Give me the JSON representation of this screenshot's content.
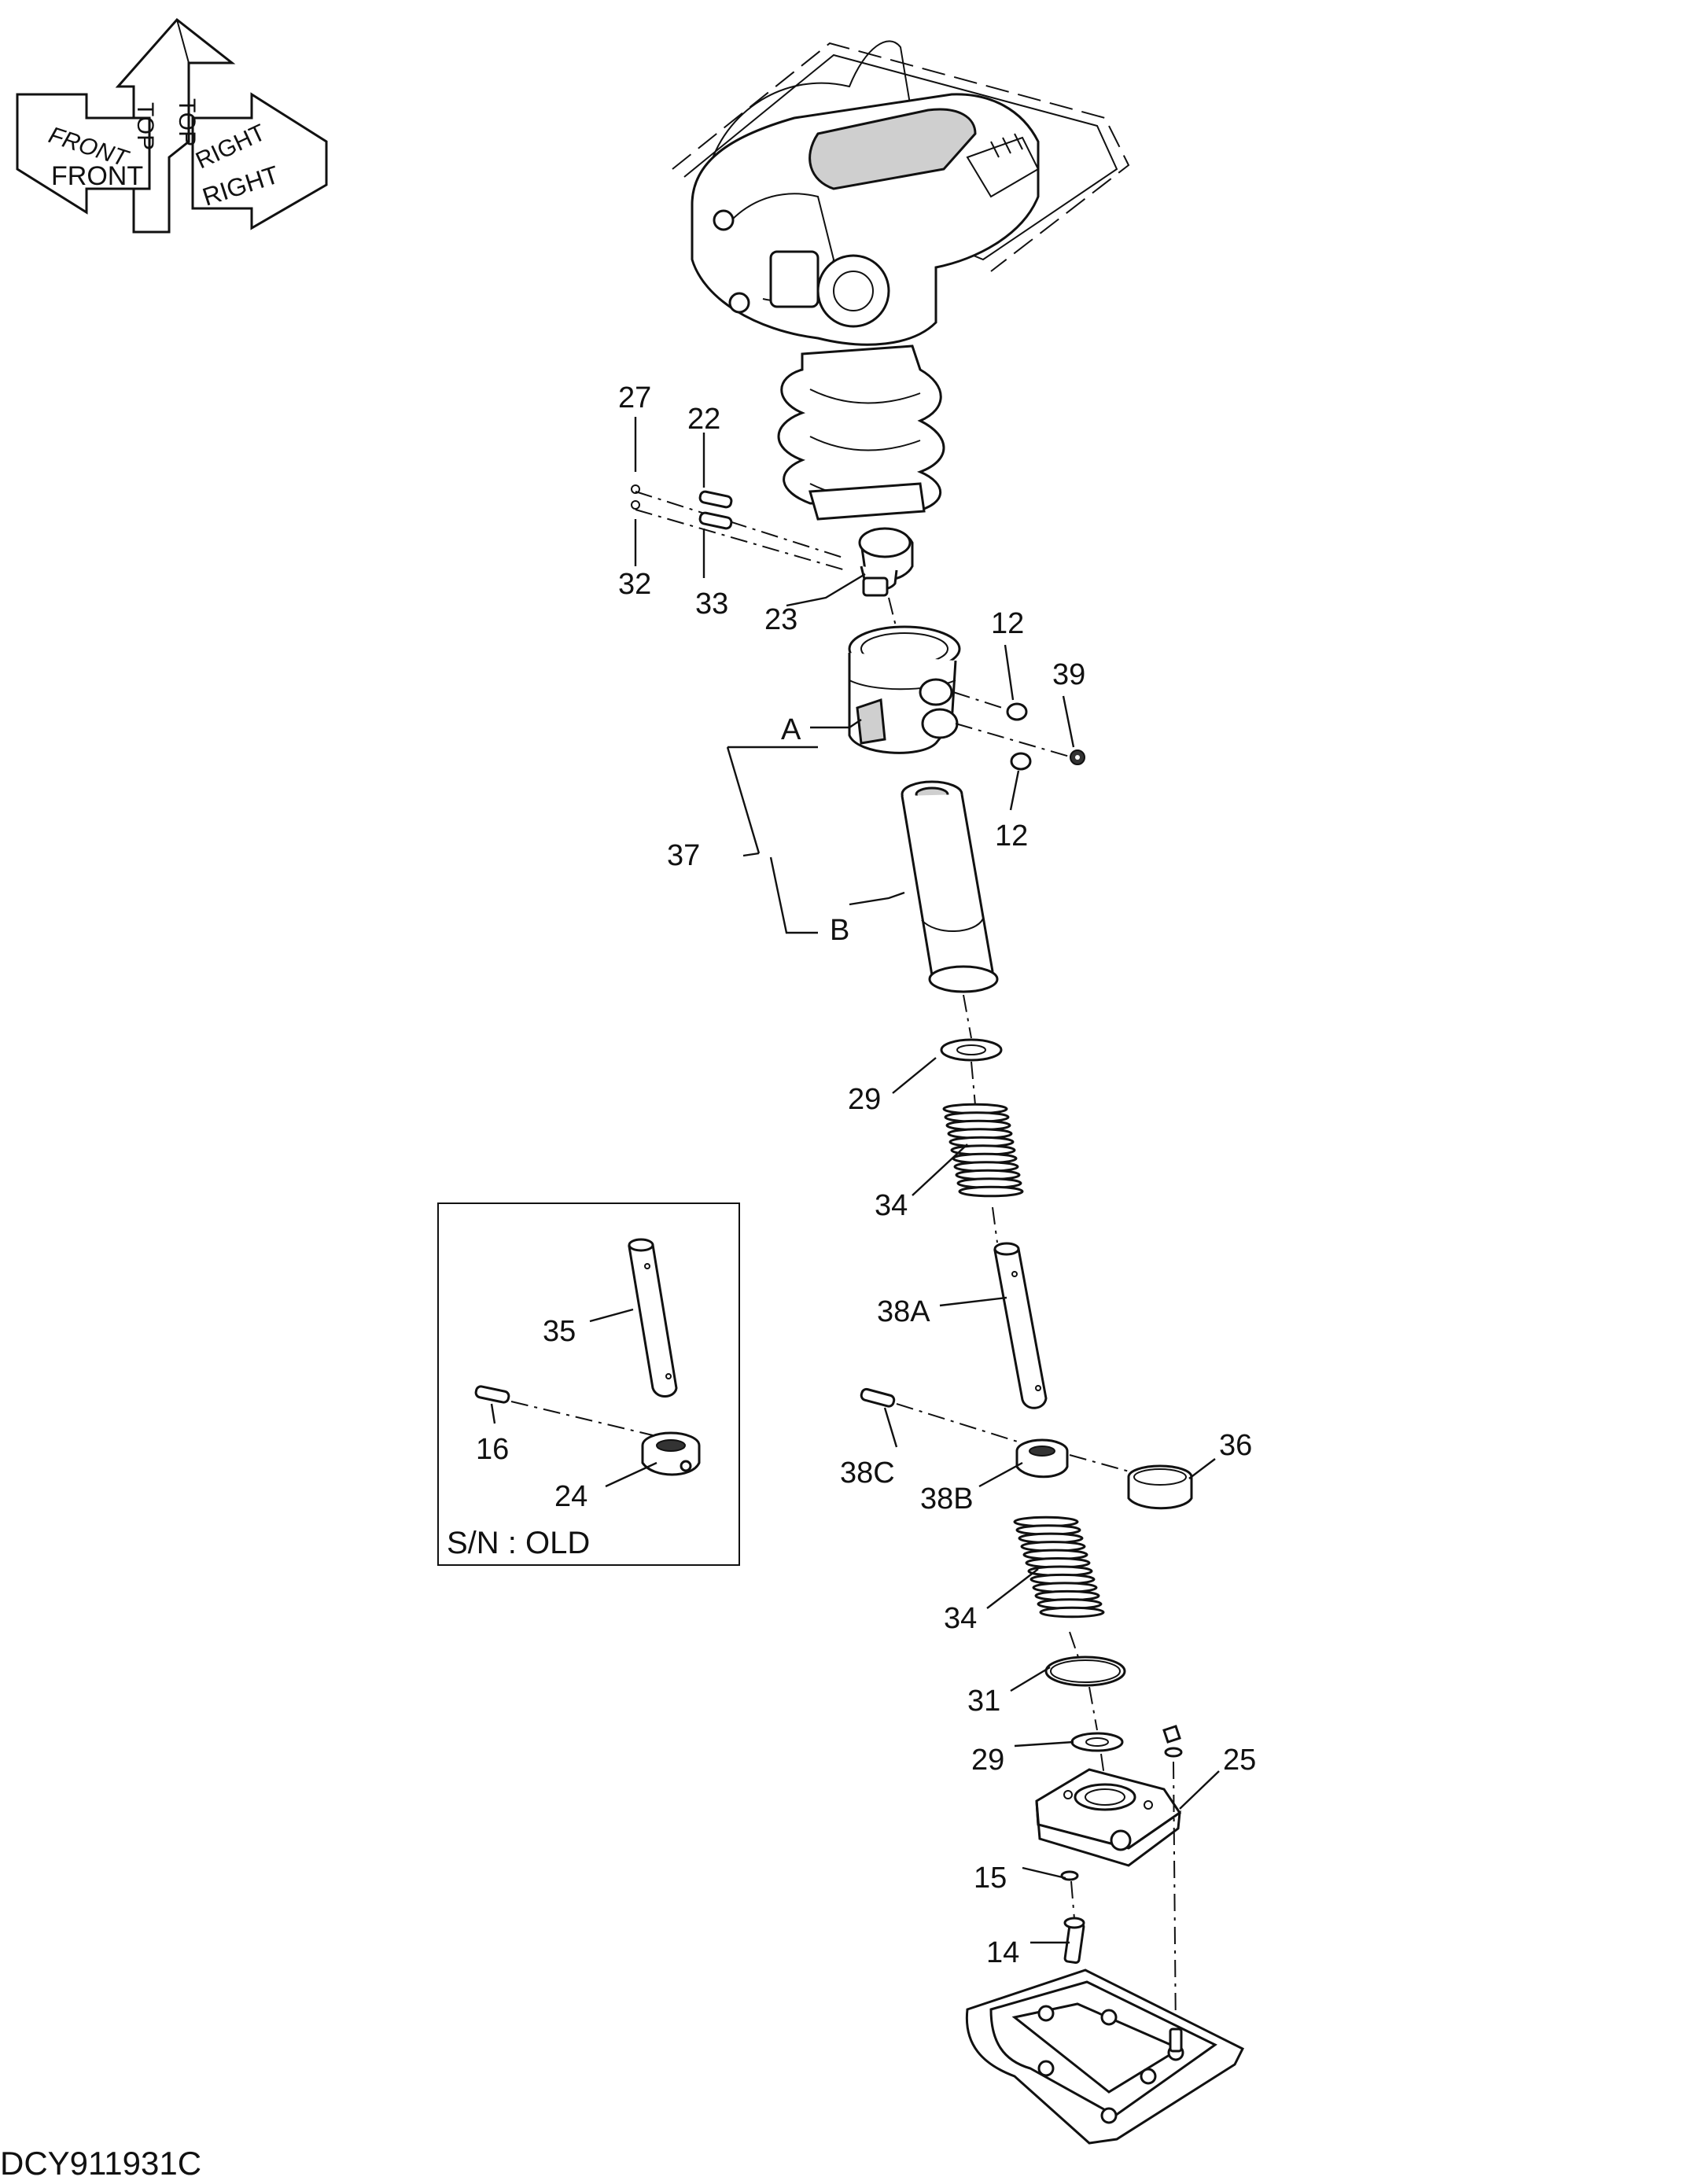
{
  "orientation": {
    "up_label": "TOP",
    "front_label": "FRONT",
    "right_label": "RIGHT"
  },
  "inset": {
    "caption": "S/N : OLD"
  },
  "drawing_code": "DCY911931C",
  "callouts": {
    "c27": "27",
    "c22": "22",
    "c32": "32",
    "c33": "33",
    "c23": "23",
    "c12a": "12",
    "c39": "39",
    "c12b": "12",
    "cA": "A",
    "cB": "B",
    "c37": "37",
    "c29a": "29",
    "c34a": "34",
    "c38a": "38A",
    "c38c": "38C",
    "c38b": "38B",
    "c36": "36",
    "c34b": "34",
    "c31": "31",
    "c29b": "29",
    "c25": "25",
    "c15": "15",
    "c14": "14",
    "c35": "35",
    "c16": "16",
    "c24": "24"
  }
}
